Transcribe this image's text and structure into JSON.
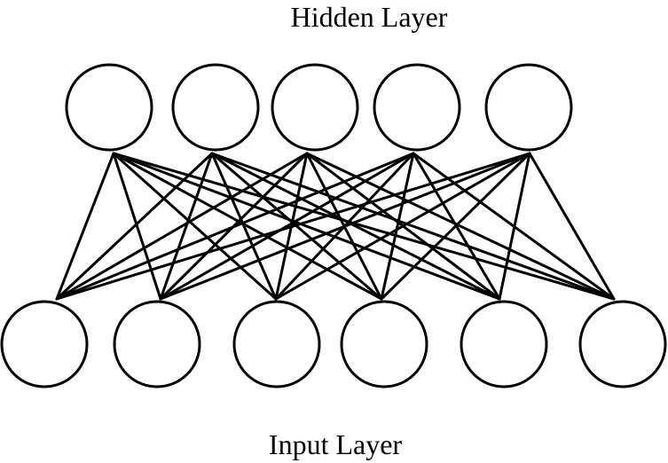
{
  "diagram": {
    "hidden_layer": {
      "label": "Hidden Layer",
      "node_count": 5
    },
    "input_layer": {
      "label": "Input Layer",
      "node_count": 6
    },
    "connections": "fully-connected",
    "colors": {
      "stroke": "#000000",
      "fill": "#ffffff",
      "background": "#ffffff"
    }
  }
}
